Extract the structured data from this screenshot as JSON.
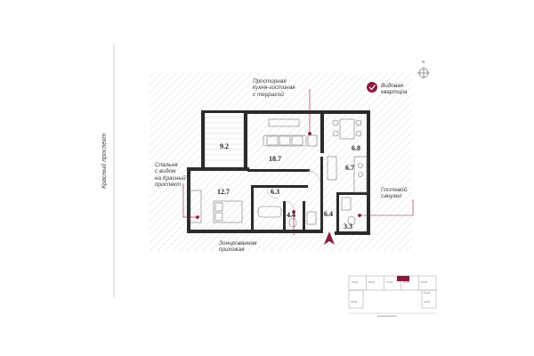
{
  "street_name": "Красный проспект",
  "compass_letter": "N",
  "badge_text": "Видовая\nквартира",
  "colors": {
    "accent": "#8a1b3d",
    "wall": "#2b2b2b",
    "hatch": "#d6d6d6"
  },
  "callouts": {
    "kitchen": "Просторная\nкухня-гостиная\nс террасой",
    "bedroom": "Спальня\nс видом\nна Красный\nпроспект",
    "guest_bath": "Гостевой\nсанузел",
    "hallway": "Зонированная\nприхожая"
  },
  "room_areas": {
    "terrace": "9.2",
    "living": "18.7",
    "kitchen": "6.8",
    "corridor_right": "6.7",
    "bedroom": "12.7",
    "hall_center": "6.3",
    "bath": "4.4",
    "hall_entry": "6.4",
    "wc": "3.3"
  },
  "key_plan": {
    "top_units": [
      "19.4/1",
      "18.4/1",
      "17.4/1",
      "16.4/1",
      "15.4/1"
    ],
    "right_unit": "13.4/1",
    "left_units": [
      "20.4/1"
    ],
    "bottom_right": "14.4/1",
    "street": "Красный проспект"
  }
}
